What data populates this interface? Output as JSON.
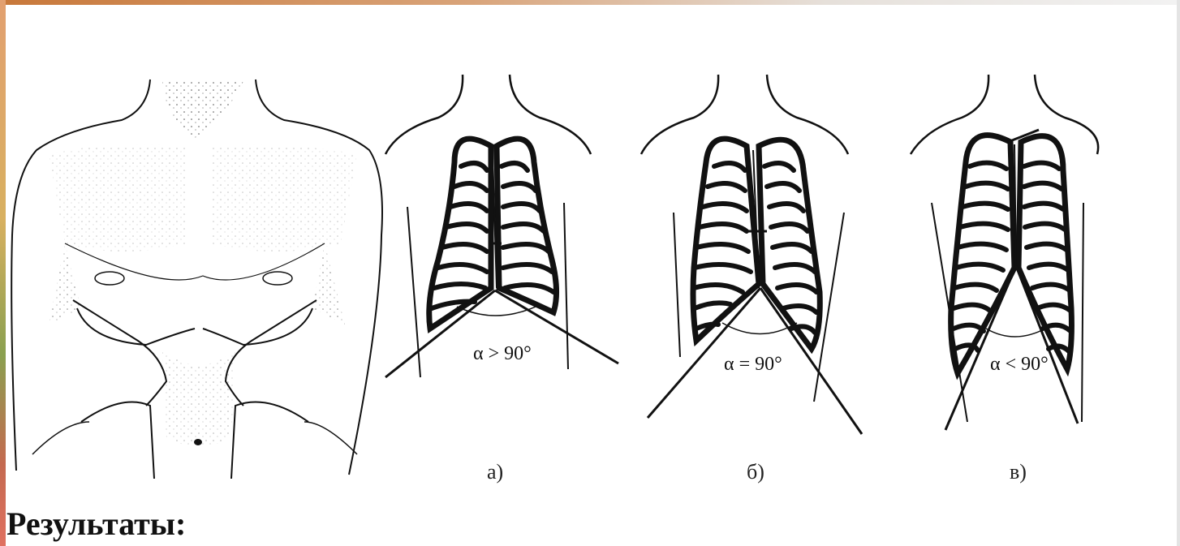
{
  "figures": [
    {
      "caption": "а)",
      "angle_label": "α > 90°"
    },
    {
      "caption": "б)",
      "angle_label": "α = 90°"
    },
    {
      "caption": "в)",
      "angle_label": "α < 90°"
    }
  ],
  "heading": "Результаты:"
}
